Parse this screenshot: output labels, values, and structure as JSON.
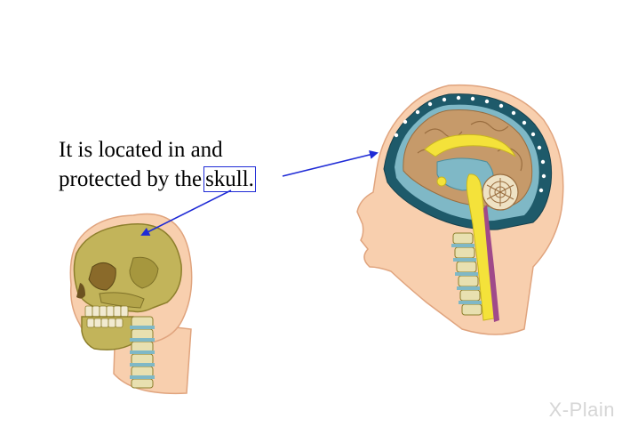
{
  "caption": {
    "line1": "It is located in and",
    "line2_prefix": "protected by the",
    "keyword": "skull."
  },
  "watermark": "X-Plain",
  "colors": {
    "arrow": "#1f2bd6",
    "skin": "#f8cfae",
    "skin_outline": "#e0a47e",
    "skull": "#c2b45a",
    "brain": "#c69a6a",
    "csf": "#7fb8c6",
    "spinal_cord": "#f4e23a",
    "vertebra": "#e8e0b0"
  }
}
